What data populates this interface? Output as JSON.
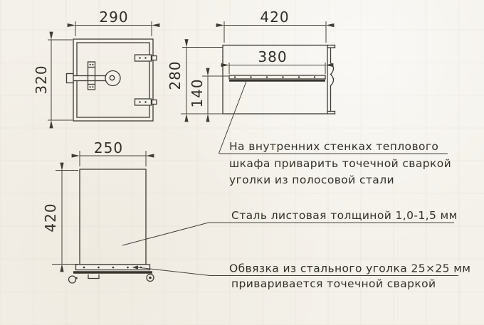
{
  "page": {
    "background": "#f4f1ea",
    "line_color": "#3f3b35",
    "text_color": "#33302a"
  },
  "views": {
    "door_front": {
      "width": "290",
      "height": "320"
    },
    "cabinet_side": {
      "width": "420",
      "height": "280",
      "strip_length": "380",
      "strip_height": "140"
    },
    "cabinet_front": {
      "width": "250",
      "height": "420"
    }
  },
  "notes": {
    "weld_angles_line1": "На внутренних стенках теплового",
    "weld_angles_line2": "шкафа приварить точечной сваркой",
    "weld_angles_line3": "уголки из полосовой стали",
    "sheet_steel": "Сталь листовая толщиной 1,0-1,5 мм",
    "frame_angle_line1": "Обвязка из стального уголка 25×25 мм",
    "frame_angle_line2": "приваривается точечной сваркой"
  }
}
